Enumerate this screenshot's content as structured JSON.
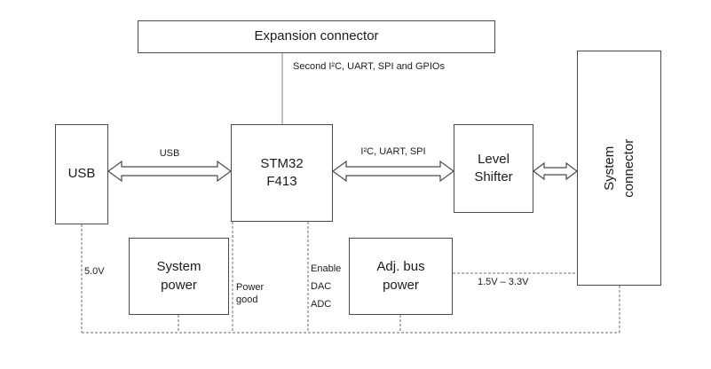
{
  "diagram": {
    "boxes": {
      "expansion_connector": {
        "label": "Expansion connector"
      },
      "usb": {
        "label": "USB"
      },
      "stm32": {
        "line1": "STM32",
        "line2": "F413"
      },
      "level_shifter": {
        "line1": "Level",
        "line2": "Shifter"
      },
      "system_connector": {
        "line1": "System",
        "line2": "connector"
      },
      "system_power": {
        "line1": "System",
        "line2": "power"
      },
      "adj_bus_power": {
        "line1": "Adj. bus",
        "line2": "power"
      }
    },
    "connection_labels": {
      "expansion_bus": "Second I²C, UART, SPI and GPIOs",
      "usb_link": "USB",
      "i2c_link": "I²C, UART, SPI",
      "usb_voltage": "5.0V",
      "power_good": "Power good",
      "enable": "Enable",
      "dac": "DAC",
      "adc": "ADC",
      "bus_voltage": "1.5V – 3.3V"
    }
  }
}
